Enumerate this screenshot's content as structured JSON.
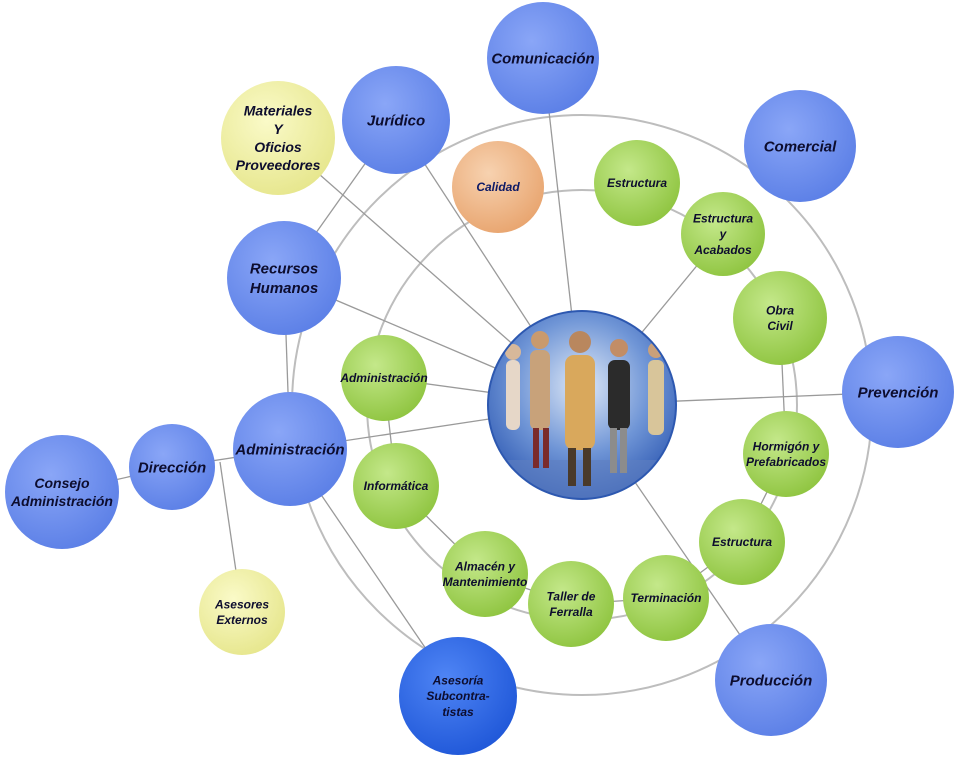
{
  "colors": {
    "blue": "#6c8ef0",
    "blue_dark": "#2f67e8",
    "green": "#a6d653",
    "yellow": "#f2f2a0",
    "orange": "#f0b98a",
    "orbit": "#bdbdbd"
  },
  "center": {
    "image": "group-of-people-photo"
  },
  "nodes": [
    {
      "id": "comunicacion",
      "label": [
        "Comunicación"
      ],
      "color": "blue"
    },
    {
      "id": "comercial",
      "label": [
        "Comercial"
      ],
      "color": "blue"
    },
    {
      "id": "prevencion",
      "label": [
        "Prevención"
      ],
      "color": "blue"
    },
    {
      "id": "produccion",
      "label": [
        "Producción"
      ],
      "color": "blue"
    },
    {
      "id": "asesoria-subcontratistas",
      "label": [
        "Asesoría",
        "Subcontra-",
        "tistas"
      ],
      "color": "blue_dark"
    },
    {
      "id": "administracion",
      "label": [
        "Administración"
      ],
      "color": "blue"
    },
    {
      "id": "recursos-humanos",
      "label": [
        "Recursos",
        "Humanos"
      ],
      "color": "blue"
    },
    {
      "id": "juridico",
      "label": [
        "Jurídico"
      ],
      "color": "blue"
    },
    {
      "id": "materiales-oficios-proveedores",
      "label": [
        "Materiales",
        "Y",
        "Oficios",
        "Proveedores"
      ],
      "color": "yellow"
    },
    {
      "id": "direccion",
      "label": [
        "Dirección"
      ],
      "color": "blue"
    },
    {
      "id": "consejo-administracion",
      "label": [
        "Consejo",
        "Administración"
      ],
      "color": "blue"
    },
    {
      "id": "asesores-externos",
      "label": [
        "Asesores",
        "Externos"
      ],
      "color": "yellow"
    },
    {
      "id": "calidad",
      "label": [
        "Calidad"
      ],
      "color": "orange"
    },
    {
      "id": "estructura-top",
      "label": [
        "Estructura"
      ],
      "color": "green"
    },
    {
      "id": "estructura-y-acabados",
      "label": [
        "Estructura",
        "y",
        "Acabados"
      ],
      "color": "green"
    },
    {
      "id": "obra-civil",
      "label": [
        "Obra",
        "Civil"
      ],
      "color": "green"
    },
    {
      "id": "hormigon-prefabricados",
      "label": [
        "Hormigón y",
        "Prefabricados"
      ],
      "color": "green"
    },
    {
      "id": "estructura-bottom",
      "label": [
        "Estructura"
      ],
      "color": "green"
    },
    {
      "id": "terminacion",
      "label": [
        "Terminación"
      ],
      "color": "green"
    },
    {
      "id": "taller-de-ferralla",
      "label": [
        "Taller de",
        "Ferralla"
      ],
      "color": "green"
    },
    {
      "id": "almacen-mantenimiento",
      "label": [
        "Almacén y",
        "Mantenimiento"
      ],
      "color": "green"
    },
    {
      "id": "informatica",
      "label": [
        "Informática"
      ],
      "color": "green"
    },
    {
      "id": "administracion-inner",
      "label": [
        "Administración"
      ],
      "color": "green"
    }
  ]
}
